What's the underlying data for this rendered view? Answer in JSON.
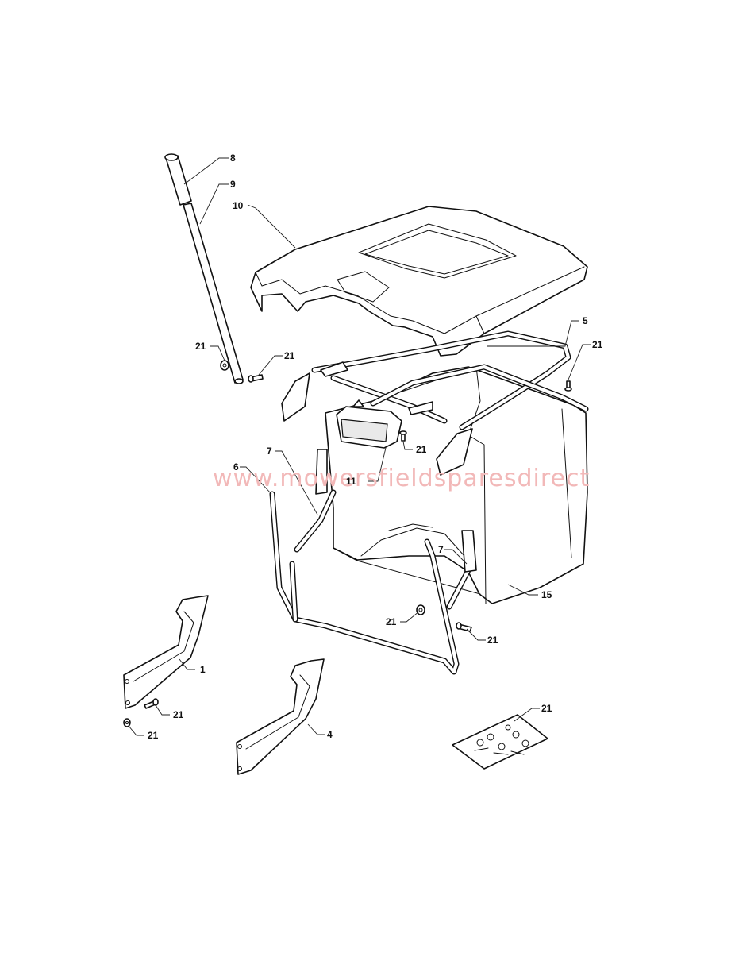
{
  "watermark": "www.mowersfieldsparesdirect",
  "callouts": {
    "c8": "8",
    "c9": "9",
    "c10": "10",
    "c5": "5",
    "c21_a": "21",
    "c21_b": "21",
    "c21_c": "21",
    "c21_d": "21",
    "c7_a": "7",
    "c6": "6",
    "c11": "11",
    "c7_b": "7",
    "c15": "15",
    "c21_e": "21",
    "c21_f": "21",
    "c1": "1",
    "c21_g": "21",
    "c21_h": "21",
    "c4": "4",
    "c21_i": "21"
  },
  "colors": {
    "line": "#111111",
    "watermark": "#f2b8b8",
    "background": "#ffffff"
  }
}
